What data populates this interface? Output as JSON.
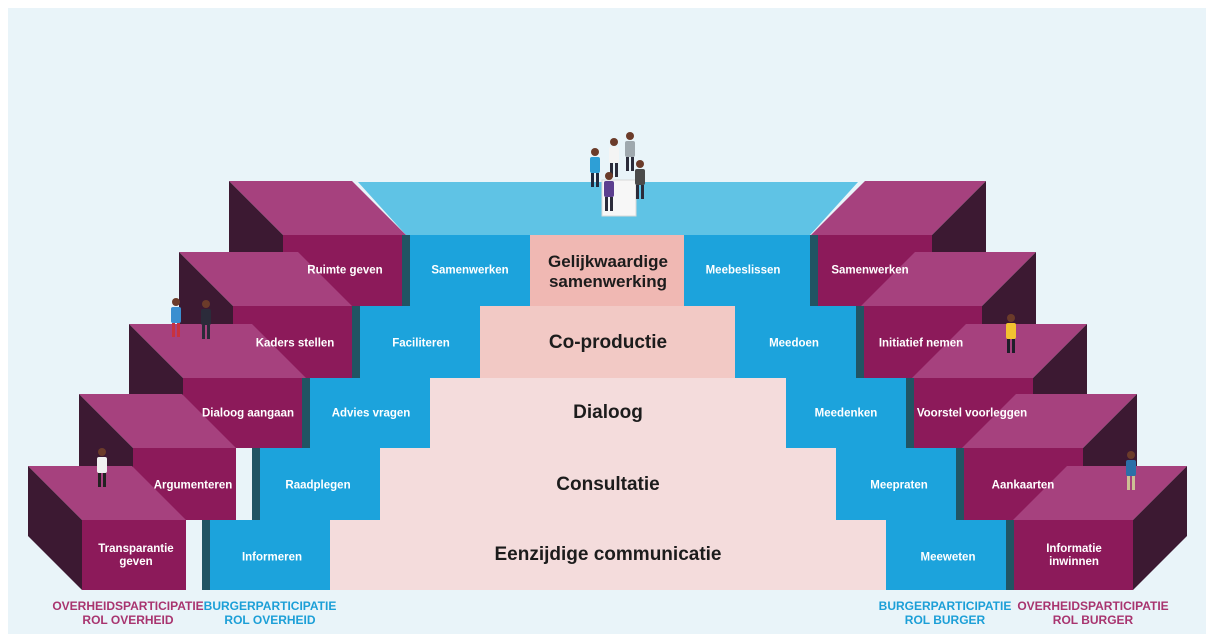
{
  "colors": {
    "background": "#e9f4f9",
    "magenta_front": "#8c1a5a",
    "magenta_top": "#a6417e",
    "magenta_side": "#3c1932",
    "blue_front": "#1ca3dc",
    "blue_top": "#5fc3e5",
    "blue_shadow": "#215463",
    "pink_light": "#f4dcdc",
    "pink_mid": "#f2c9c5",
    "pink_dark": "#f0b8b3"
  },
  "steps": [
    {
      "label": "Eenzijdige communicatie"
    },
    {
      "label": "Consultatie"
    },
    {
      "label": "Dialoog"
    },
    {
      "label": "Co-productie"
    },
    {
      "label": "Gelijkwaardige samenwerking"
    }
  ],
  "left_outer": [
    "Transparantie geven",
    "Argumenteren",
    "Dialoog aangaan",
    "Kaders stellen",
    "Ruimte geven"
  ],
  "left_inner": [
    "Informeren",
    "Raadplegen",
    "Advies vragen",
    "Faciliteren",
    "Samenwerken"
  ],
  "right_inner": [
    "Meeweten",
    "Meepraten",
    "Meedenken",
    "Meedoen",
    "Meebeslissen"
  ],
  "right_outer": [
    "Informatie inwinnen",
    "Aankaarten",
    "Voorstel voorleggen",
    "Initiatief nemen",
    "Samenwerken"
  ],
  "footer": {
    "left_mag_1": "OVERHEIDSPARTICIPATIE",
    "left_mag_2": "ROL OVERHEID",
    "left_blue_1": "BURGERPARTICIPATIE",
    "left_blue_2": "ROL OVERHEID",
    "right_blue_1": "BURGERPARTICIPATIE",
    "right_blue_2": "ROL BURGER",
    "right_mag_1": "OVERHEIDSPARTICIPATIE",
    "right_mag_2": "ROL BURGER"
  }
}
